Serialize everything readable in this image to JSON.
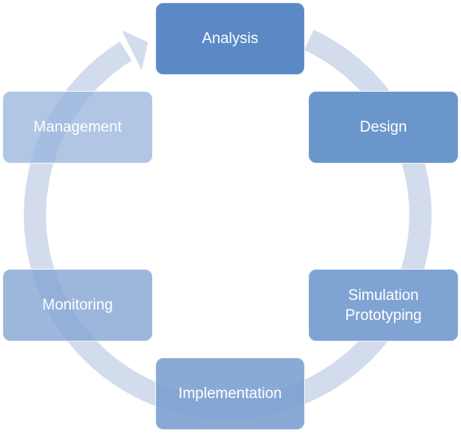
{
  "diagram": {
    "type": "cycle",
    "colors": {
      "arrow_ring": "#d3dced",
      "box_primary": "#5b89c6",
      "box_text": "#ffffff"
    },
    "stages": [
      {
        "id": "analysis",
        "lines": [
          "Analysis"
        ]
      },
      {
        "id": "design",
        "lines": [
          "Design"
        ]
      },
      {
        "id": "simulation",
        "lines": [
          "Simulation",
          "Prototyping"
        ]
      },
      {
        "id": "implementation",
        "lines": [
          "Implementation"
        ]
      },
      {
        "id": "monitoring",
        "lines": [
          "Monitoring"
        ]
      },
      {
        "id": "management",
        "lines": [
          "Management"
        ]
      }
    ]
  }
}
